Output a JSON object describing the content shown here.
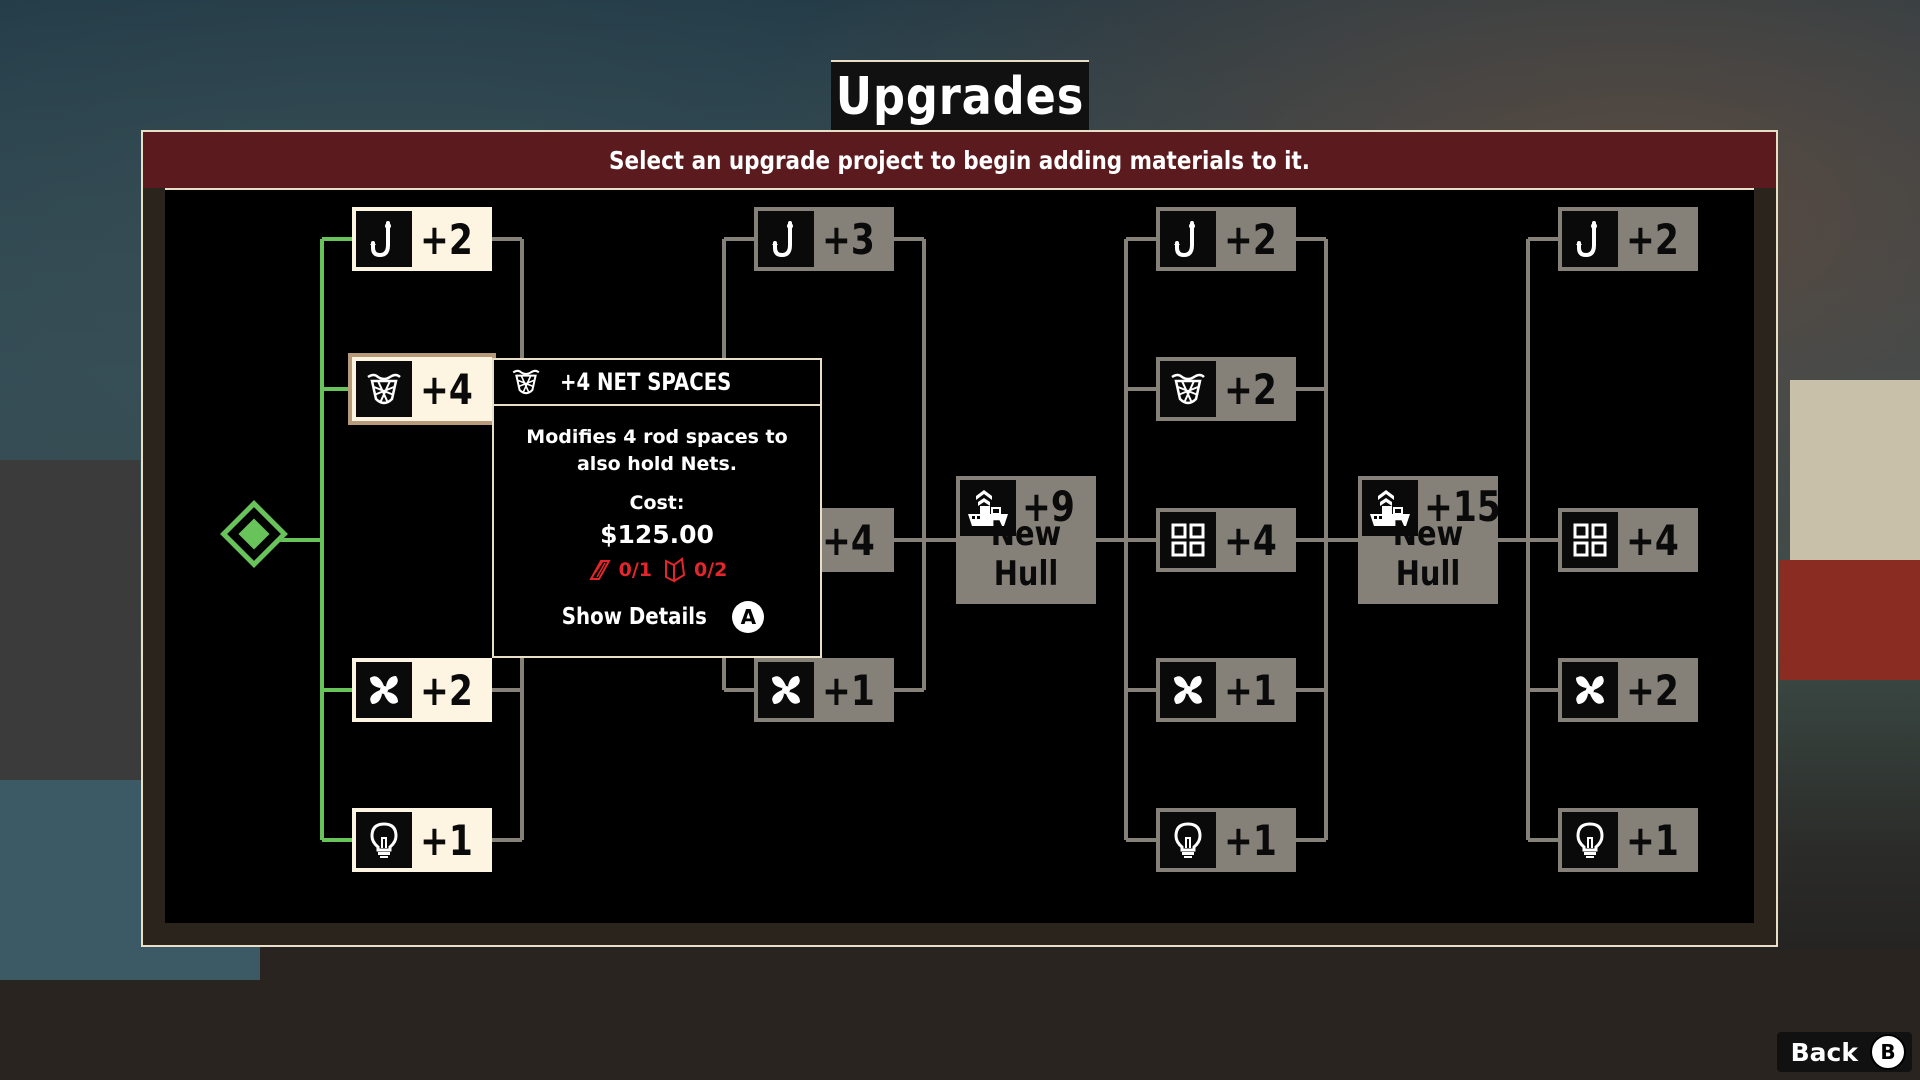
{
  "title": "Upgrades",
  "subtitle": "Select an upgrade project to begin adding materials to it.",
  "tooltip": {
    "icon": "net-icon",
    "title": "+4 NET SPACES",
    "description": "Modifies 4 rod spaces to also hold Nets.",
    "cost_label": "Cost:",
    "price": "$125.00",
    "materials": [
      {
        "icon": "lumber-icon",
        "count": "0/1"
      },
      {
        "icon": "cloth-icon",
        "count": "0/2"
      }
    ],
    "details_label": "Show Details",
    "details_button": "A"
  },
  "back": {
    "label": "Back",
    "button": "B"
  },
  "colors": {
    "active_node": "#fdf5e1",
    "locked_node": "#858179",
    "unlocked_path": "#69c35b",
    "locked_path": "#858179",
    "header_bar": "#5b1a1e",
    "material_missing": "#e3262c"
  },
  "tree": {
    "col1": [
      {
        "icon": "rod-icon",
        "value": "+2",
        "state": "available"
      },
      {
        "icon": "net-icon",
        "value": "+4",
        "state": "available",
        "selected": true
      },
      {
        "icon": "engine-icon",
        "value": "+2",
        "state": "available"
      },
      {
        "icon": "light-icon",
        "value": "+1",
        "state": "available"
      }
    ],
    "col2": [
      {
        "icon": "rod-icon",
        "value": "+3",
        "state": "locked"
      },
      {
        "icon": "storage-icon",
        "value": "+4",
        "state": "locked"
      },
      {
        "icon": "engine-icon",
        "value": "+1",
        "state": "locked"
      }
    ],
    "hull1": {
      "icon": "hull-icon",
      "value": "+9",
      "name": "New Hull"
    },
    "col3": [
      {
        "icon": "rod-icon",
        "value": "+2",
        "state": "locked"
      },
      {
        "icon": "net-icon",
        "value": "+2",
        "state": "locked"
      },
      {
        "icon": "storage-icon",
        "value": "+4",
        "state": "locked"
      },
      {
        "icon": "engine-icon",
        "value": "+1",
        "state": "locked"
      },
      {
        "icon": "light-icon",
        "value": "+1",
        "state": "locked"
      }
    ],
    "hull2": {
      "icon": "hull-icon",
      "value": "+15",
      "name": "New Hull"
    },
    "col4": [
      {
        "icon": "rod-icon",
        "value": "+2",
        "state": "locked"
      },
      {
        "icon": "storage-icon",
        "value": "+4",
        "state": "locked"
      },
      {
        "icon": "engine-icon",
        "value": "+2",
        "state": "locked"
      },
      {
        "icon": "light-icon",
        "value": "+1",
        "state": "locked"
      }
    ]
  }
}
